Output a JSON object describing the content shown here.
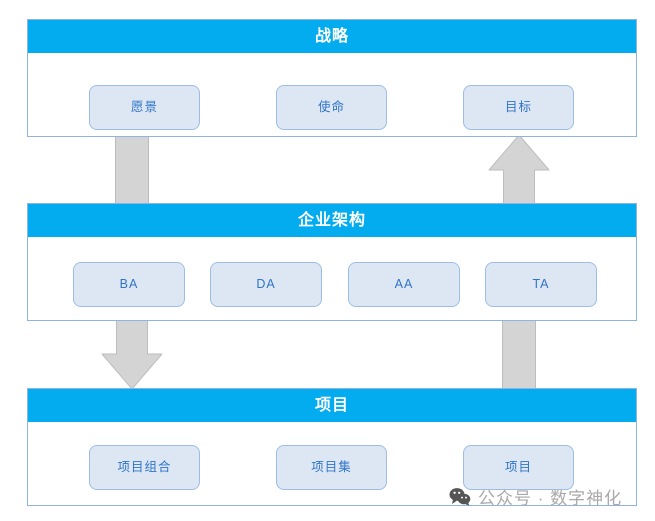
{
  "diagram": {
    "title_accent_color": "#03abef",
    "chip_fill_color": "#dde7f4",
    "chip_text_color": "#2f74c8",
    "arrow_color": "#d4d4d4",
    "panels": [
      {
        "id": "strategy",
        "title": "战略",
        "items": [
          {
            "label": "愿景"
          },
          {
            "label": "使命"
          },
          {
            "label": "目标"
          }
        ]
      },
      {
        "id": "enterprise-architecture",
        "title": "企业架构",
        "items": [
          {
            "label": "BA"
          },
          {
            "label": "DA"
          },
          {
            "label": "AA"
          },
          {
            "label": "TA"
          }
        ]
      },
      {
        "id": "project",
        "title": "项目",
        "items": [
          {
            "label": "项目组合"
          },
          {
            "label": "项目集"
          },
          {
            "label": "项目"
          }
        ]
      }
    ],
    "connectors": [
      {
        "id": "strategy-to-architecture",
        "direction": "down",
        "shape": "shaft"
      },
      {
        "id": "architecture-to-project",
        "direction": "down",
        "shape": "arrow"
      },
      {
        "id": "project-to-architecture",
        "direction": "up",
        "shape": "shaft"
      },
      {
        "id": "architecture-to-strategy",
        "direction": "up",
        "shape": "arrow"
      }
    ]
  },
  "watermark": {
    "icon": "wechat-icon",
    "text": "公众号 · 数字神化"
  }
}
